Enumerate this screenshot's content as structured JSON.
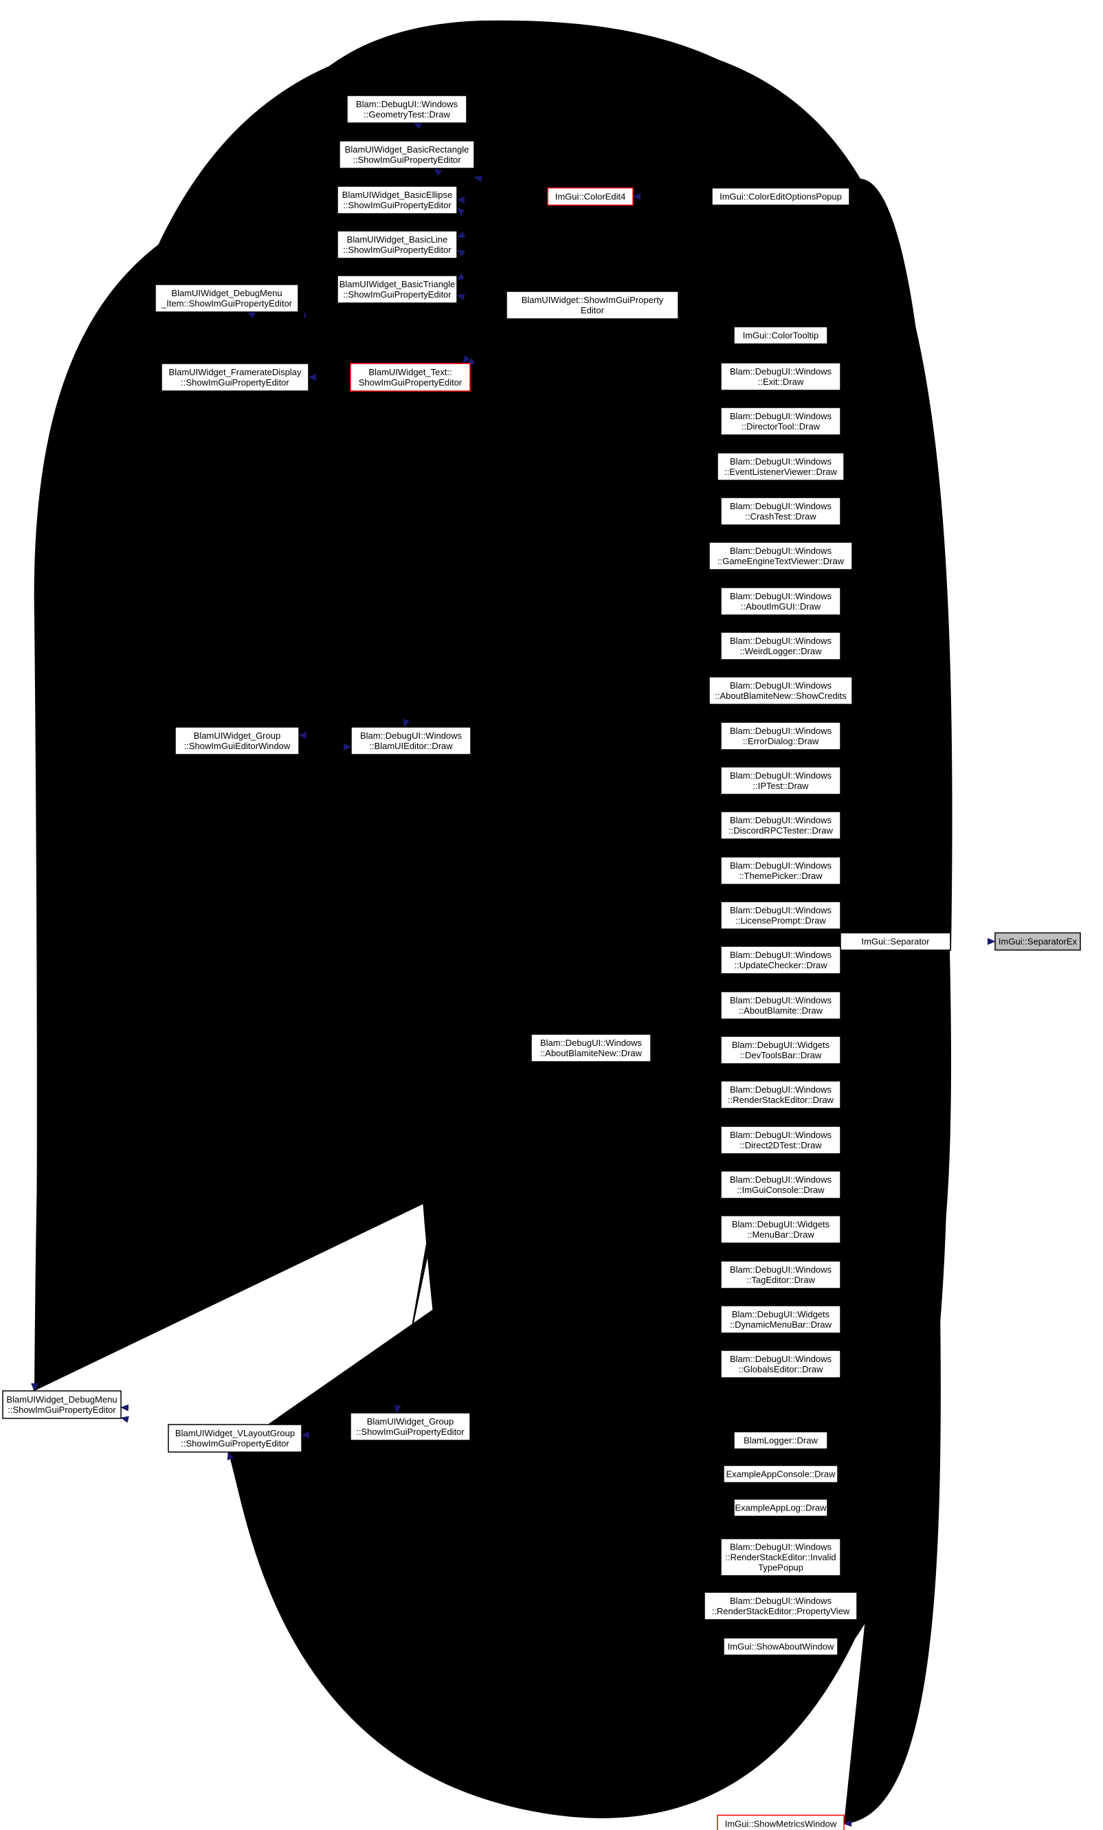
{
  "nodes": {
    "target": [
      "ImGui::SeparatorEx"
    ],
    "separator": [
      "ImGui::Separator"
    ],
    "geometry": [
      "Blam::DebugUI::Windows",
      "::GeometryTest::Draw"
    ],
    "basicrect": [
      "BlamUIWidget_BasicRectangle",
      "::ShowImGuiPropertyEditor"
    ],
    "basicellipse": [
      "BlamUIWidget_BasicEllipse",
      "::ShowImGuiPropertyEditor"
    ],
    "basicline": [
      "BlamUIWidget_BasicLine",
      "::ShowImGuiPropertyEditor"
    ],
    "basictriangle": [
      "BlamUIWidget_BasicTriangle",
      "::ShowImGuiPropertyEditor"
    ],
    "debugmenuitem": [
      "BlamUIWidget_DebugMenu",
      "_Item::ShowImGuiPropertyEditor"
    ],
    "framerate": [
      "BlamUIWidget_FramerateDisplay",
      "::ShowImGuiPropertyEditor"
    ],
    "coloredit4": [
      "ImGui::ColorEdit4"
    ],
    "coloreditopts": [
      "ImGui::ColorEditOptionsPopup"
    ],
    "widgetprop": [
      "BlamUIWidget::ShowImGuiProperty",
      "Editor"
    ],
    "textprop": [
      "BlamUIWidget_Text::",
      "ShowImGuiPropertyEditor"
    ],
    "colortooltip": [
      "ImGui::ColorTooltip"
    ],
    "exit": [
      "Blam::DebugUI::Windows",
      "::Exit::Draw"
    ],
    "director": [
      "Blam::DebugUI::Windows",
      "::DirectorTool::Draw"
    ],
    "eventlistener": [
      "Blam::DebugUI::Windows",
      "::EventListenerViewer::Draw"
    ],
    "crashtest": [
      "Blam::DebugUI::Windows",
      "::CrashTest::Draw"
    ],
    "gameengine": [
      "Blam::DebugUI::Windows",
      "::GameEngineTextViewer::Draw"
    ],
    "aboutimgui": [
      "Blam::DebugUI::Windows",
      "::AboutImGUI::Draw"
    ],
    "weirdlogger": [
      "Blam::DebugUI::Windows",
      "::WeirdLogger::Draw"
    ],
    "showcredits": [
      "Blam::DebugUI::Windows",
      "::AboutBlamiteNew::ShowCredits"
    ],
    "groupeditor": [
      "BlamUIWidget_Group",
      "::ShowImGuiEditorWindow"
    ],
    "uieditor": [
      "Blam::DebugUI::Windows",
      "::BlamUIEditor::Draw"
    ],
    "errordialog": [
      "Blam::DebugUI::Windows",
      "::ErrorDialog::Draw"
    ],
    "iptest": [
      "Blam::DebugUI::Windows",
      "::IPTest::Draw"
    ],
    "discord": [
      "Blam::DebugUI::Windows",
      "::DiscordRPCTester::Draw"
    ],
    "themepicker": [
      "Blam::DebugUI::Windows",
      "::ThemePicker::Draw"
    ],
    "license": [
      "Blam::DebugUI::Windows",
      "::LicensePrompt::Draw"
    ],
    "updatechecker": [
      "Blam::DebugUI::Windows",
      "::UpdateChecker::Draw"
    ],
    "aboutblamite": [
      "Blam::DebugUI::Windows",
      "::AboutBlamite::Draw"
    ],
    "devtools": [
      "Blam::DebugUI::Widgets",
      "::DevToolsBar::Draw"
    ],
    "aboutnew": [
      "Blam::DebugUI::Windows",
      "::AboutBlamiteNew::Draw"
    ],
    "renderstack": [
      "Blam::DebugUI::Windows",
      "::RenderStackEditor::Draw"
    ],
    "direct2d": [
      "Blam::DebugUI::Windows",
      "::Direct2DTest::Draw"
    ],
    "imguiconsole": [
      "Blam::DebugUI::Windows",
      "::ImGuiConsole::Draw"
    ],
    "menubar": [
      "Blam::DebugUI::Widgets",
      "::MenuBar::Draw"
    ],
    "tageditor": [
      "Blam::DebugUI::Windows",
      "::TagEditor::Draw"
    ],
    "dynmenubar": [
      "Blam::DebugUI::Widgets",
      "::DynamicMenuBar::Draw"
    ],
    "globals": [
      "Blam::DebugUI::Windows",
      "::GlobalsEditor::Draw"
    ],
    "debugmenu": [
      "BlamUIWidget_DebugMenu",
      "::ShowImGuiPropertyEditor"
    ],
    "groupprop": [
      "BlamUIWidget_Group",
      "::ShowImGuiPropertyEditor"
    ],
    "vlayout": [
      "BlamUIWidget_VLayoutGroup",
      "::ShowImGuiPropertyEditor"
    ],
    "blamlogger": [
      "BlamLogger::Draw"
    ],
    "appconsole": [
      "ExampleAppConsole::Draw"
    ],
    "applog": [
      "ExampleAppLog::Draw"
    ],
    "invalidtype": [
      "Blam::DebugUI::Windows",
      "::RenderStackEditor::Invalid",
      "TypePopup"
    ],
    "propertyview": [
      "Blam::DebugUI::Windows",
      "::RenderStackEditor::PropertyView"
    ],
    "aboutwindow": [
      "ImGui::ShowAboutWindow"
    ],
    "metrics": [
      "ImGui::ShowMetricsWindow"
    ]
  },
  "colors": {
    "edge": "#191970",
    "node_border": "#000000",
    "truncated_border": "#ff0000",
    "target_fill": "#bfbfbf"
  }
}
